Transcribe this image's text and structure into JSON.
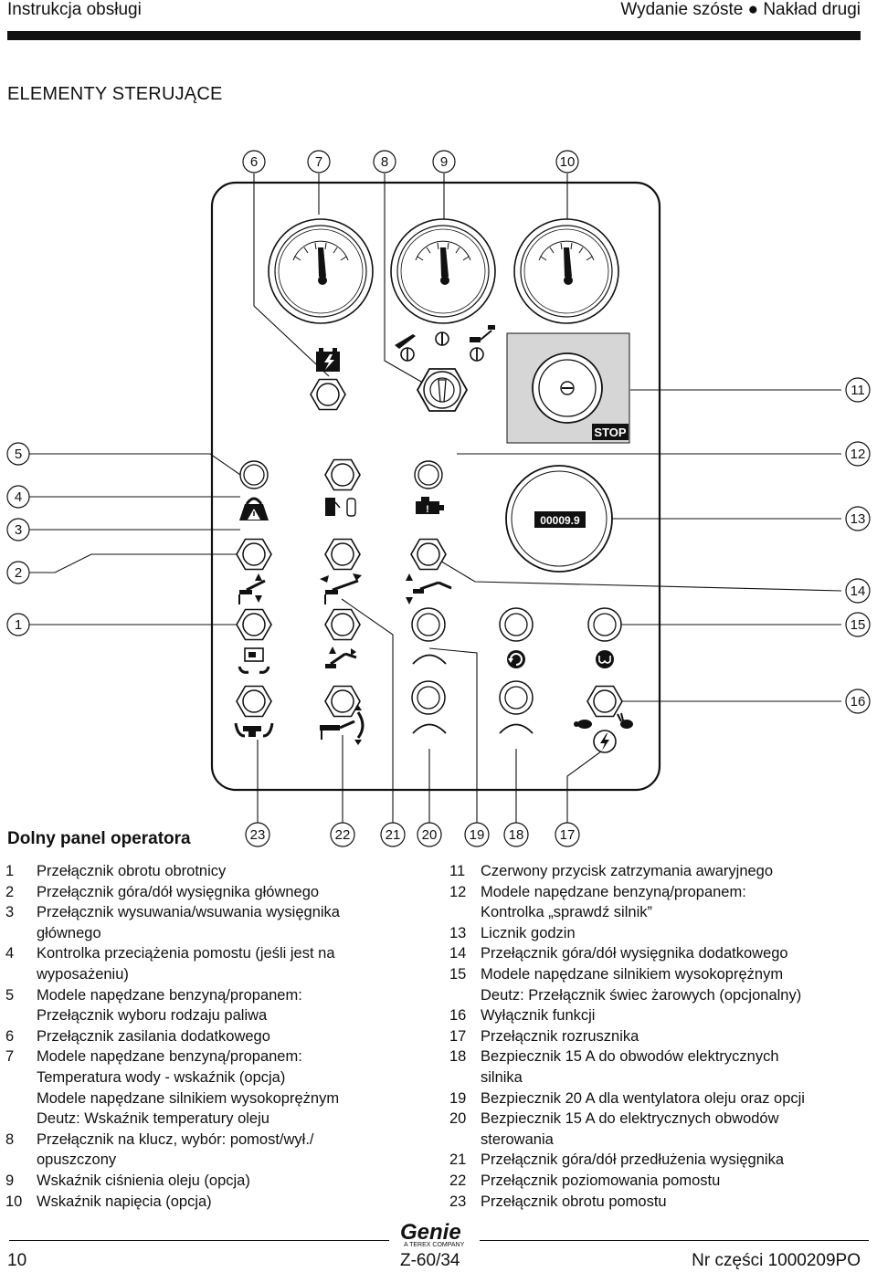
{
  "header": {
    "left": "Instrukcja obsługi",
    "right": "Wydanie szóste ● Nakład drugi"
  },
  "section_title": "ELEMENTY STERUJĄCE",
  "panel": {
    "title": "Dolny panel operatora",
    "callouts_top": [
      "6",
      "7",
      "8",
      "9",
      "10"
    ],
    "callouts_left": [
      "5",
      "4",
      "3",
      "2",
      "1"
    ],
    "callouts_right": [
      "11",
      "12",
      "13",
      "14",
      "15",
      "16"
    ],
    "callouts_bottom": [
      "23",
      "22",
      "21",
      "20",
      "19",
      "18",
      "17"
    ],
    "stop_label": "STOP",
    "hour_meter": "00009.9"
  },
  "list_left": [
    {
      "n": "1",
      "t": "Przełącznik obrotu obrotnicy"
    },
    {
      "n": "2",
      "t": "Przełącznik góra/dół wysięgnika głównego"
    },
    {
      "n": "3",
      "t": "Przełącznik wysuwania/wsuwania wysięgnika\ngłównego"
    },
    {
      "n": "4",
      "t": "Kontrolka przeciążenia pomostu (jeśli jest na\nwyposażeniu)"
    },
    {
      "n": "5",
      "t": "Modele napędzane benzyną/propanem:\nPrzełącznik wyboru rodzaju paliwa"
    },
    {
      "n": "6",
      "t": "Przełącznik zasilania dodatkowego"
    },
    {
      "n": "7",
      "t": "Modele napędzane benzyną/propanem:\nTemperatura wody - wskaźnik (opcja)\nModele napędzane silnikiem wysokoprężnym\nDeutz: Wskaźnik temperatury oleju"
    },
    {
      "n": "8",
      "t": "Przełącznik na klucz, wybór: pomost/wył./\nopuszczony"
    },
    {
      "n": "9",
      "t": "Wskaźnik ciśnienia oleju (opcja)"
    },
    {
      "n": "10",
      "t": "Wskaźnik napięcia (opcja)"
    }
  ],
  "list_right": [
    {
      "n": "11",
      "t": "Czerwony przycisk zatrzymania awaryjnego"
    },
    {
      "n": "12",
      "t": "Modele napędzane benzyną/propanem:\nKontrolka „sprawdź silnik”"
    },
    {
      "n": "13",
      "t": "Licznik godzin"
    },
    {
      "n": "14",
      "t": "Przełącznik góra/dół wysięgnika dodatkowego"
    },
    {
      "n": "15",
      "t": "Modele napędzane silnikiem wysokoprężnym\nDeutz: Przełącznik świec żarowych (opcjonalny)"
    },
    {
      "n": "16",
      "t": "Wyłącznik funkcji"
    },
    {
      "n": "17",
      "t": "Przełącznik rozrusznika"
    },
    {
      "n": "18",
      "t": "Bezpiecznik 15 A do obwodów elektrycznych\nsilnika"
    },
    {
      "n": "19",
      "t": "Bezpiecznik 20 A dla wentylatora oleju oraz opcji"
    },
    {
      "n": "20",
      "t": "Bezpiecznik 15 A do elektrycznych obwodów\nsterowania"
    },
    {
      "n": "21",
      "t": "Przełącznik góra/dół przedłużenia wysięgnika"
    },
    {
      "n": "22",
      "t": "Przełącznik poziomowania pomostu"
    },
    {
      "n": "23",
      "t": "Przełącznik obrotu pomostu"
    }
  ],
  "footer": {
    "page": "10",
    "center": "Z-60/34",
    "part": "Nr części 1000209PO",
    "logo": "Genie",
    "logo_sub": "A TEREX COMPANY"
  }
}
